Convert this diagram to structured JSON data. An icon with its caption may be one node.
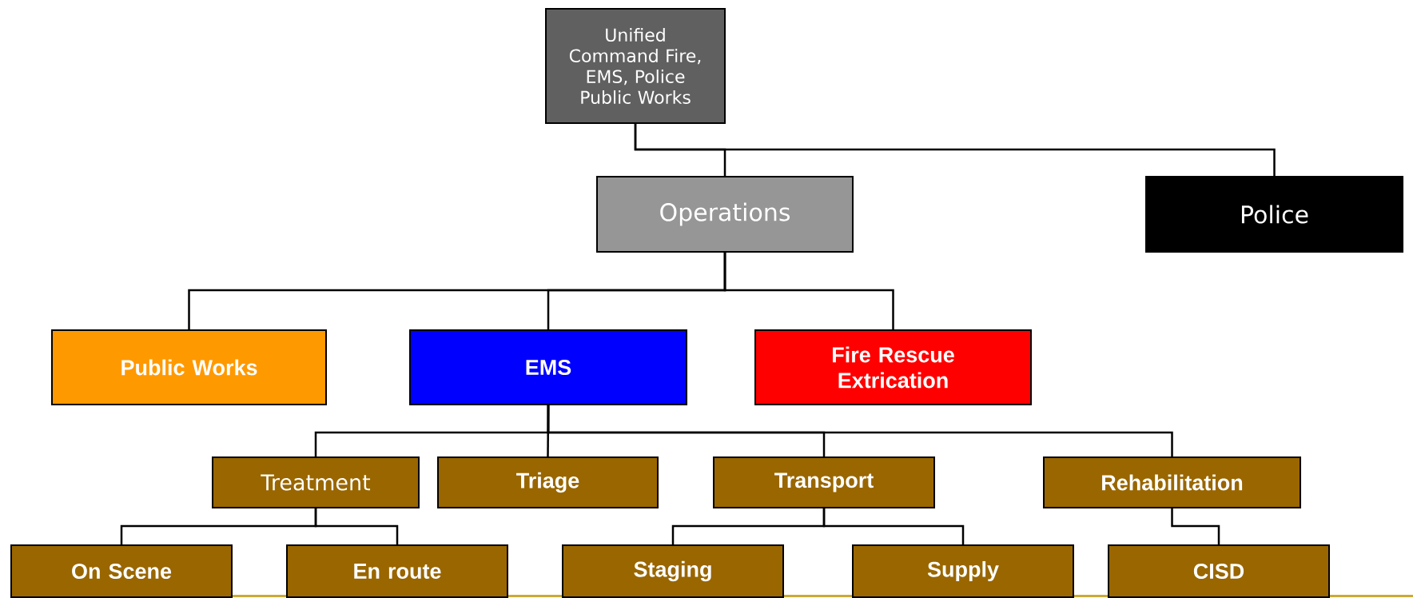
{
  "diagram": {
    "nodes": [
      {
        "text": [
          "Unified Command Fire, EMS, Police Public Works"
        ]
      },
      {
        "text": [
          "Operations"
        ]
      },
      {
        "text": [
          "Police"
        ]
      },
      {
        "text": [
          "Public Works"
        ]
      },
      {
        "text": [
          "EMS"
        ]
      },
      {
        "text": [
          "Fire Rescue Extrication"
        ]
      },
      {
        "text": [
          "Treatment"
        ]
      },
      {
        "text": [
          "Triage"
        ]
      },
      {
        "text": [
          "Transport"
        ]
      },
      {
        "text": [
          "Rehabilitation"
        ]
      },
      {
        "text": [
          "On Scene"
        ]
      },
      {
        "text": [
          "En route"
        ]
      },
      {
        "text": [
          "Staging"
        ]
      },
      {
        "text": [
          "Supply"
        ]
      },
      {
        "text": [
          "CISD"
        ]
      }
    ],
    "edges": [
      {
        "from": 0,
        "to": 1,
        "arrow": "none"
      },
      {
        "from": 0,
        "to": 2,
        "arrow": "none"
      },
      {
        "from": 1,
        "to": 3,
        "arrow": "none"
      },
      {
        "from": 1,
        "to": 4,
        "arrow": "none"
      },
      {
        "from": 1,
        "to": 5,
        "arrow": "none"
      },
      {
        "from": 4,
        "to": 6,
        "arrow": "none"
      },
      {
        "from": 4,
        "to": 7,
        "arrow": "none"
      },
      {
        "from": 4,
        "to": 8,
        "arrow": "none"
      },
      {
        "from": 4,
        "to": 9,
        "arrow": "none"
      },
      {
        "from": 6,
        "to": 10,
        "arrow": "none"
      },
      {
        "from": 6,
        "to": 11,
        "arrow": "none"
      },
      {
        "from": 8,
        "to": 12,
        "arrow": "none"
      },
      {
        "from": 8,
        "to": 13,
        "arrow": "none"
      },
      {
        "from": 9,
        "to": 14,
        "arrow": "none"
      }
    ]
  }
}
